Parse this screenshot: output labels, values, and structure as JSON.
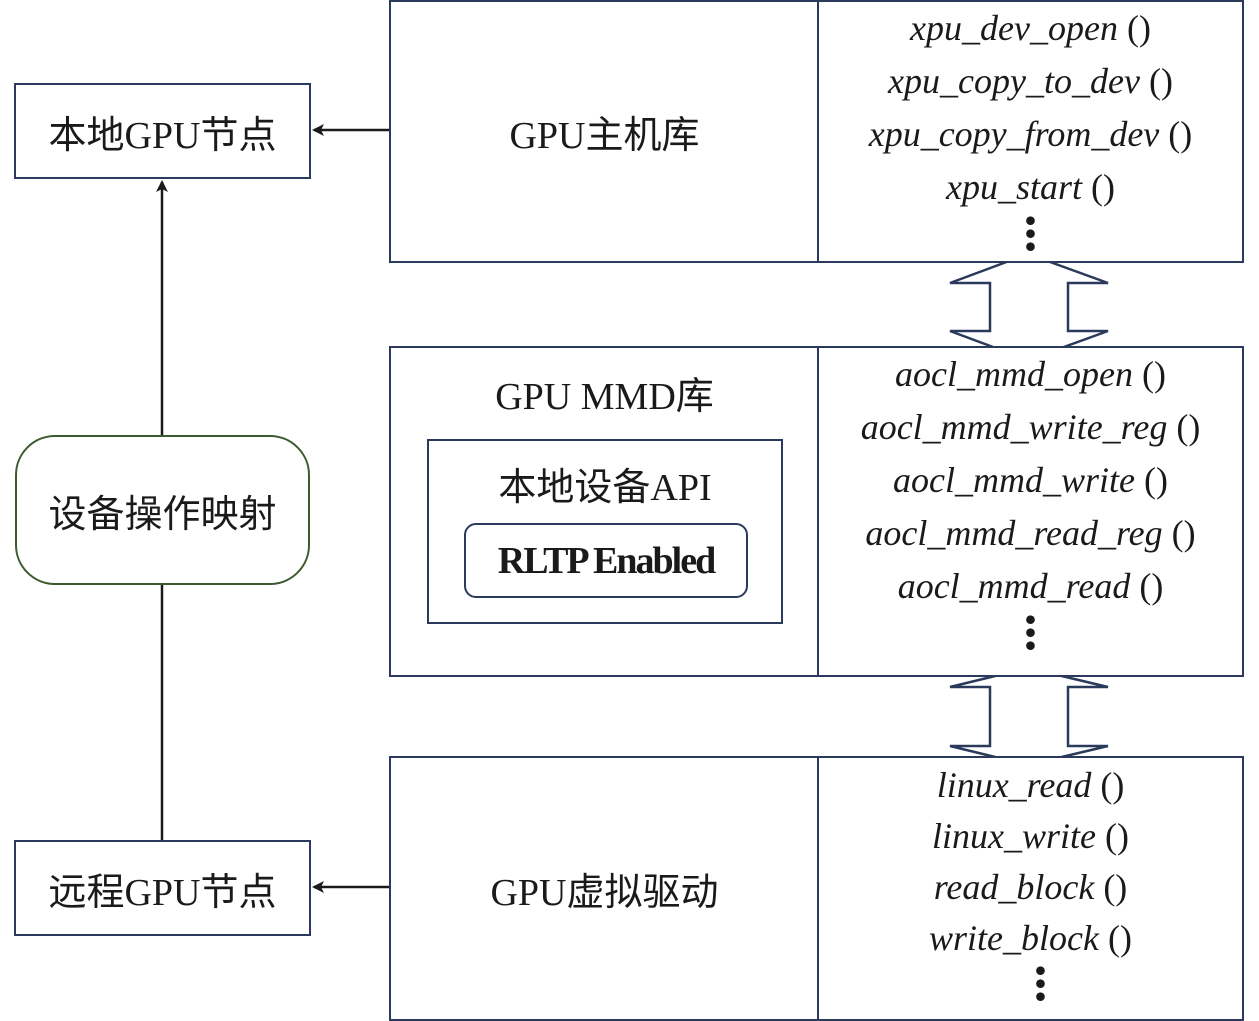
{
  "nodes": {
    "local_gpu": "本地GPU节点",
    "mapping": "设备操作映射",
    "remote_gpu": "远程GPU节点"
  },
  "layers": {
    "host_lib": {
      "title": "GPU主机库",
      "functions": [
        "xpu_dev_open",
        "xpu_copy_to_dev",
        "xpu_copy_from_dev",
        "xpu_start"
      ],
      "parens": "()"
    },
    "mmd_lib": {
      "title": "GPU MMD库",
      "inner_title": "本地设备API",
      "badge": "RLTP Enabled",
      "functions": [
        "aocl_mmd_open",
        "aocl_mmd_write_reg",
        "aocl_mmd_write",
        "aocl_mmd_read_reg",
        "aocl_mmd_read"
      ],
      "parens": "()"
    },
    "virtual_driver": {
      "title": "GPU虚拟驱动",
      "functions": [
        "linux_read",
        "linux_write",
        "read_block",
        "write_block"
      ],
      "parens": "()"
    }
  },
  "ellipsis": "⋮",
  "colors": {
    "border": "#2b3a5c",
    "mapping_border": "#3d5a2e",
    "arrow": "#1a1a1a"
  }
}
